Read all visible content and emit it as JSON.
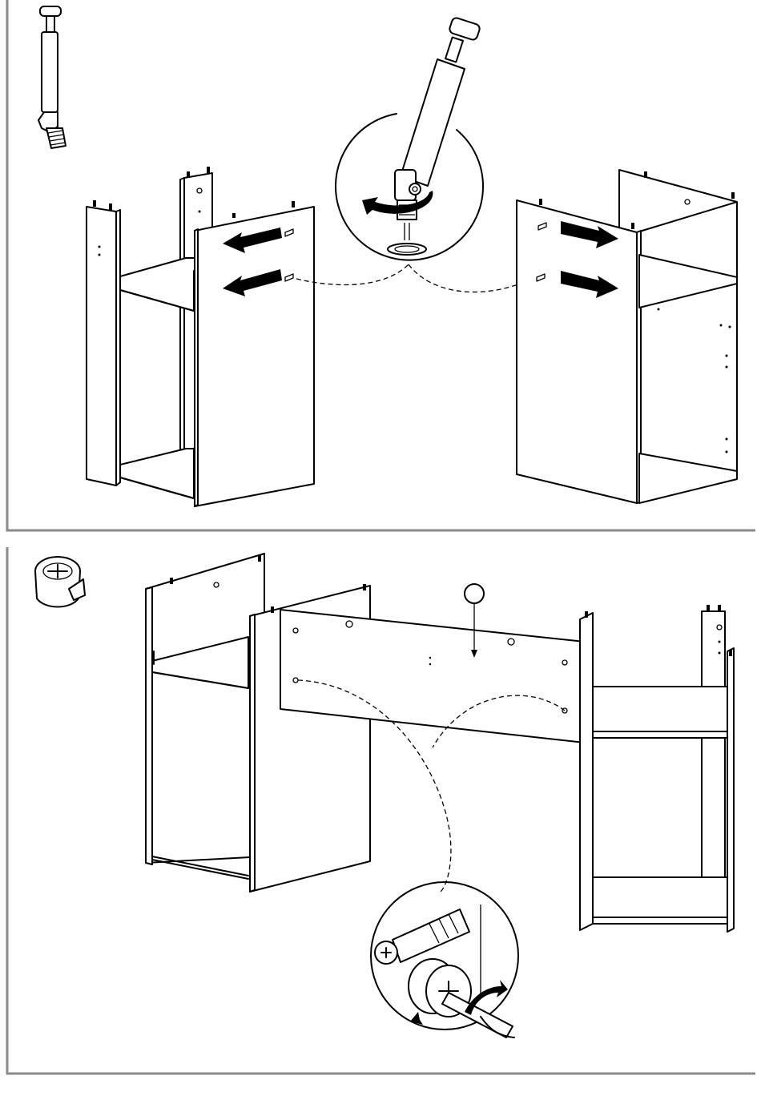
{
  "document": {
    "type": "assembly-instructions",
    "steps": [
      {
        "id": "step-1",
        "part_icon": "cam-lock-bolt-icon",
        "parts_shown": [
          "left-cabinet",
          "right-cabinet",
          "side-panel"
        ],
        "detail": "screw-in-cam-bolt"
      },
      {
        "id": "step-2",
        "part_icon": "cam-lock-nut-icon",
        "parts_shown": [
          "left-cabinet",
          "back-panel",
          "right-cabinet"
        ],
        "detail": "tighten-cam-lock-with-screwdriver"
      }
    ],
    "colors": {
      "line": "#000000",
      "frame": "#8a8a8a",
      "background": "#ffffff"
    }
  }
}
